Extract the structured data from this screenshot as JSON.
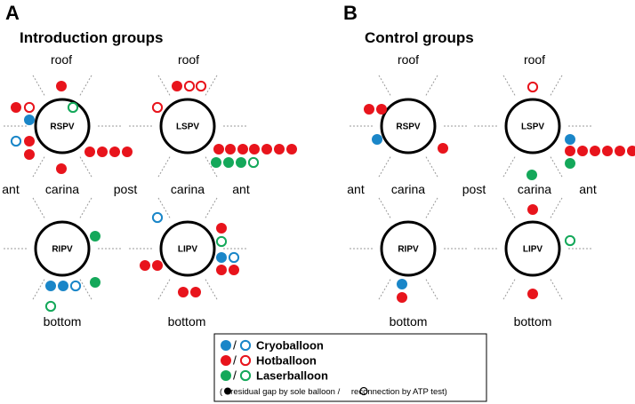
{
  "colors": {
    "cryo": "#1a86c8",
    "hot": "#e8141c",
    "laser": "#14a85a",
    "ring": "#000000",
    "guide": "#9a9a9a"
  },
  "panels": [
    {
      "letter": "A",
      "title": "Introduction groups",
      "veins": [
        {
          "name": "RSPV",
          "labels": {
            "top": "roof",
            "left": "ant",
            "bottom": "carina",
            "right": "post"
          },
          "dots": [
            {
              "t": "hot",
              "f": true
            },
            {
              "t": "hot",
              "f": true
            },
            {
              "t": "hot",
              "f": false
            },
            {
              "t": "laser",
              "f": false
            },
            {
              "t": "cryo",
              "f": true
            },
            {
              "t": "cryo",
              "f": false
            },
            {
              "t": "hot",
              "f": true
            },
            {
              "t": "hot",
              "f": true
            },
            {
              "t": "hot",
              "f": true
            },
            {
              "t": "hot",
              "f": true
            },
            {
              "t": "hot",
              "f": true
            },
            {
              "t": "hot",
              "f": true
            },
            {
              "t": "hot",
              "f": true
            }
          ]
        },
        {
          "name": "LSPV",
          "labels": {
            "top": "roof",
            "bottom": "carina",
            "right": "ant"
          },
          "dots": [
            {
              "t": "hot",
              "f": true
            },
            {
              "t": "hot",
              "f": false
            },
            {
              "t": "hot",
              "f": false
            },
            {
              "t": "hot",
              "f": false
            },
            {
              "t": "hot",
              "f": true
            },
            {
              "t": "hot",
              "f": true
            },
            {
              "t": "hot",
              "f": true
            },
            {
              "t": "hot",
              "f": true
            },
            {
              "t": "hot",
              "f": true
            },
            {
              "t": "hot",
              "f": true
            },
            {
              "t": "hot",
              "f": true
            },
            {
              "t": "laser",
              "f": true
            },
            {
              "t": "laser",
              "f": true
            },
            {
              "t": "laser",
              "f": true
            },
            {
              "t": "laser",
              "f": false
            }
          ]
        },
        {
          "name": "RIPV",
          "labels": {
            "bottom": "bottom"
          },
          "dots": [
            {
              "t": "laser",
              "f": true
            },
            {
              "t": "laser",
              "f": true
            },
            {
              "t": "cryo",
              "f": true
            },
            {
              "t": "cryo",
              "f": true
            },
            {
              "t": "cryo",
              "f": false
            },
            {
              "t": "laser",
              "f": false
            }
          ]
        },
        {
          "name": "LIPV",
          "labels": {
            "bottom": "bottom"
          },
          "dots": [
            {
              "t": "cryo",
              "f": false
            },
            {
              "t": "hot",
              "f": true
            },
            {
              "t": "laser",
              "f": false
            },
            {
              "t": "cryo",
              "f": true
            },
            {
              "t": "cryo",
              "f": false
            },
            {
              "t": "hot",
              "f": true
            },
            {
              "t": "hot",
              "f": true
            },
            {
              "t": "hot",
              "f": true
            },
            {
              "t": "hot",
              "f": true
            },
            {
              "t": "hot",
              "f": true
            },
            {
              "t": "hot",
              "f": true
            }
          ]
        }
      ]
    },
    {
      "letter": "B",
      "title": "Control groups",
      "veins": [
        {
          "name": "RSPV",
          "labels": {
            "top": "roof",
            "left": "ant",
            "bottom": "carina",
            "right": "post"
          },
          "dots": [
            {
              "t": "hot",
              "f": true
            },
            {
              "t": "hot",
              "f": true
            },
            {
              "t": "cryo",
              "f": true
            },
            {
              "t": "hot",
              "f": true
            }
          ]
        },
        {
          "name": "LSPV",
          "labels": {
            "top": "roof",
            "bottom": "carina",
            "right": "ant"
          },
          "dots": [
            {
              "t": "hot",
              "f": false
            },
            {
              "t": "cryo",
              "f": true
            },
            {
              "t": "hot",
              "f": true
            },
            {
              "t": "hot",
              "f": true
            },
            {
              "t": "hot",
              "f": true
            },
            {
              "t": "hot",
              "f": true
            },
            {
              "t": "hot",
              "f": true
            },
            {
              "t": "hot",
              "f": true
            },
            {
              "t": "laser",
              "f": true
            },
            {
              "t": "laser",
              "f": true
            }
          ]
        },
        {
          "name": "RIPV",
          "labels": {
            "bottom": "bottom"
          },
          "dots": [
            {
              "t": "cryo",
              "f": true
            },
            {
              "t": "hot",
              "f": true
            }
          ]
        },
        {
          "name": "LIPV",
          "labels": {
            "bottom": "bottom"
          },
          "dots": [
            {
              "t": "hot",
              "f": true
            },
            {
              "t": "laser",
              "f": false
            },
            {
              "t": "hot",
              "f": true
            }
          ]
        }
      ]
    }
  ],
  "legend": {
    "items": [
      {
        "type": "cryo",
        "label": "Cryoballoon"
      },
      {
        "type": "hot",
        "label": "Hotballoon"
      },
      {
        "type": "laser",
        "label": "Laserballoon"
      }
    ],
    "slash": "/",
    "note_open": "(",
    "note_filled": "residual gap by sole balloon / ",
    "note_hollow": "reconnection by ATP test)"
  }
}
